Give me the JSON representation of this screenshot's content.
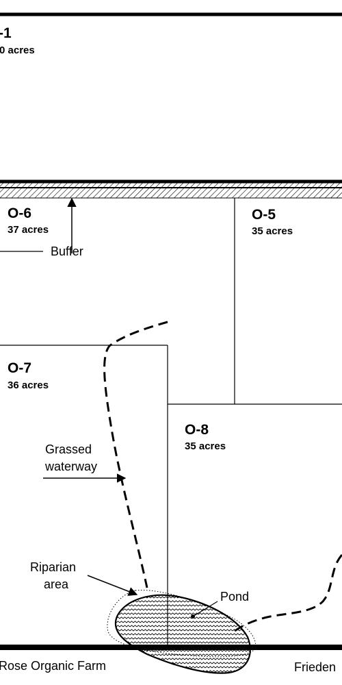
{
  "fields": [
    {
      "id": "-1",
      "acres": "0 acres"
    },
    {
      "id": "O-6",
      "acres": "37 acres"
    },
    {
      "id": "O-5",
      "acres": "35 acres"
    },
    {
      "id": "O-7",
      "acres": "36 acres"
    },
    {
      "id": "O-8",
      "acres": "35 acres"
    }
  ],
  "annotations": {
    "buffer": "Buffer",
    "grassed_waterway_line1": "Grassed",
    "grassed_waterway_line2": "waterway",
    "riparian_line1": "Riparian",
    "riparian_line2": "area",
    "pond": "Pond"
  },
  "footer": {
    "left_farm": "Rose Organic Farm",
    "right_farm": "Frieden"
  }
}
